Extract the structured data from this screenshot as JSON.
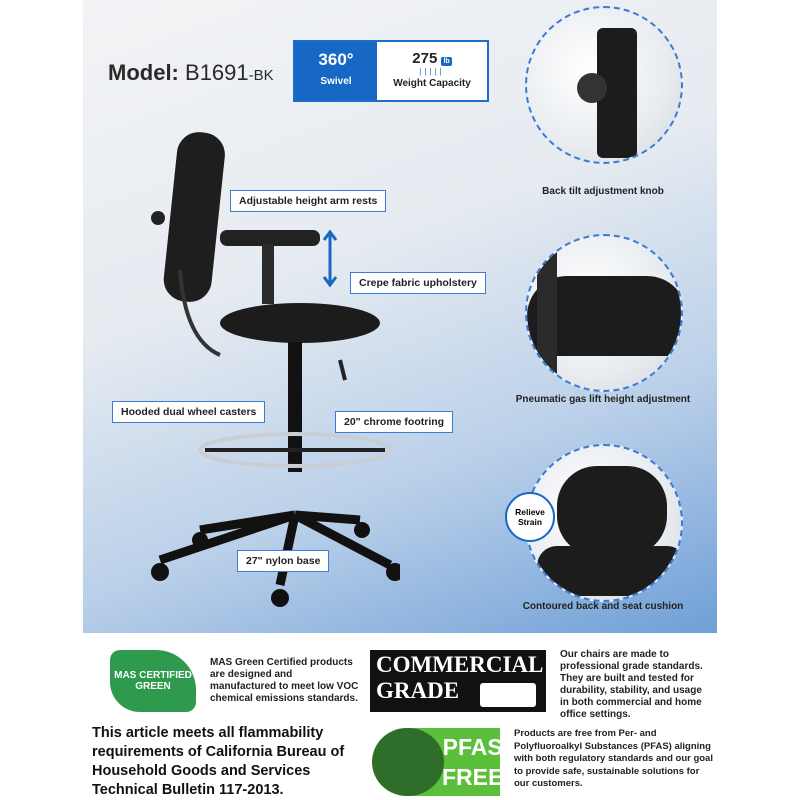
{
  "model": {
    "label": "Model:",
    "number": "B1691",
    "suffix": "-BK"
  },
  "badges": {
    "swivel_value": "360°",
    "swivel_label": "Swivel",
    "weight_value": "275",
    "weight_unit": "lb",
    "weight_label": "Weight Capacity"
  },
  "callouts": {
    "arm_rests": "Adjustable height arm rests",
    "upholstery": "Crepe fabric upholstery",
    "casters": "Hooded dual wheel casters",
    "footring": "20\" chrome footring",
    "base": "27\" nylon base"
  },
  "details": [
    {
      "caption": "Back tilt adjustment knob"
    },
    {
      "caption": "Pneumatic gas lift height adjustment"
    },
    {
      "caption": "Contoured back and seat cushion",
      "tag": "Relieve Strain"
    }
  ],
  "certifications": {
    "mas_logo": "MAS CERTIFIED GREEN",
    "mas_text": "MAS Green Certified products are designed and manufactured to meet low VOC chemical emissions standards.",
    "commercial_logo_line1": "COMMERCIAL",
    "commercial_logo_line2": "GRADE",
    "commercial_text": "Our chairs are made to professional grade standards. They are built and tested for durability, stability, and usage in both commercial and home office settings.",
    "flammability_text": "This article meets all flammability requirements of California Bureau of Household Goods and Services Technical Bulletin 117-2013.",
    "pfas_logo_line1": "PFAS",
    "pfas_logo_line2": "FREE",
    "pfas_text": "Products are free from Per- and Polyfluoroalkyl Substances (PFAS) aligning with both regulatory standards and our goal to provide safe, sustainable solutions for our customers."
  },
  "colors": {
    "accent": "#1668c4",
    "green": "#5bbf3c"
  }
}
